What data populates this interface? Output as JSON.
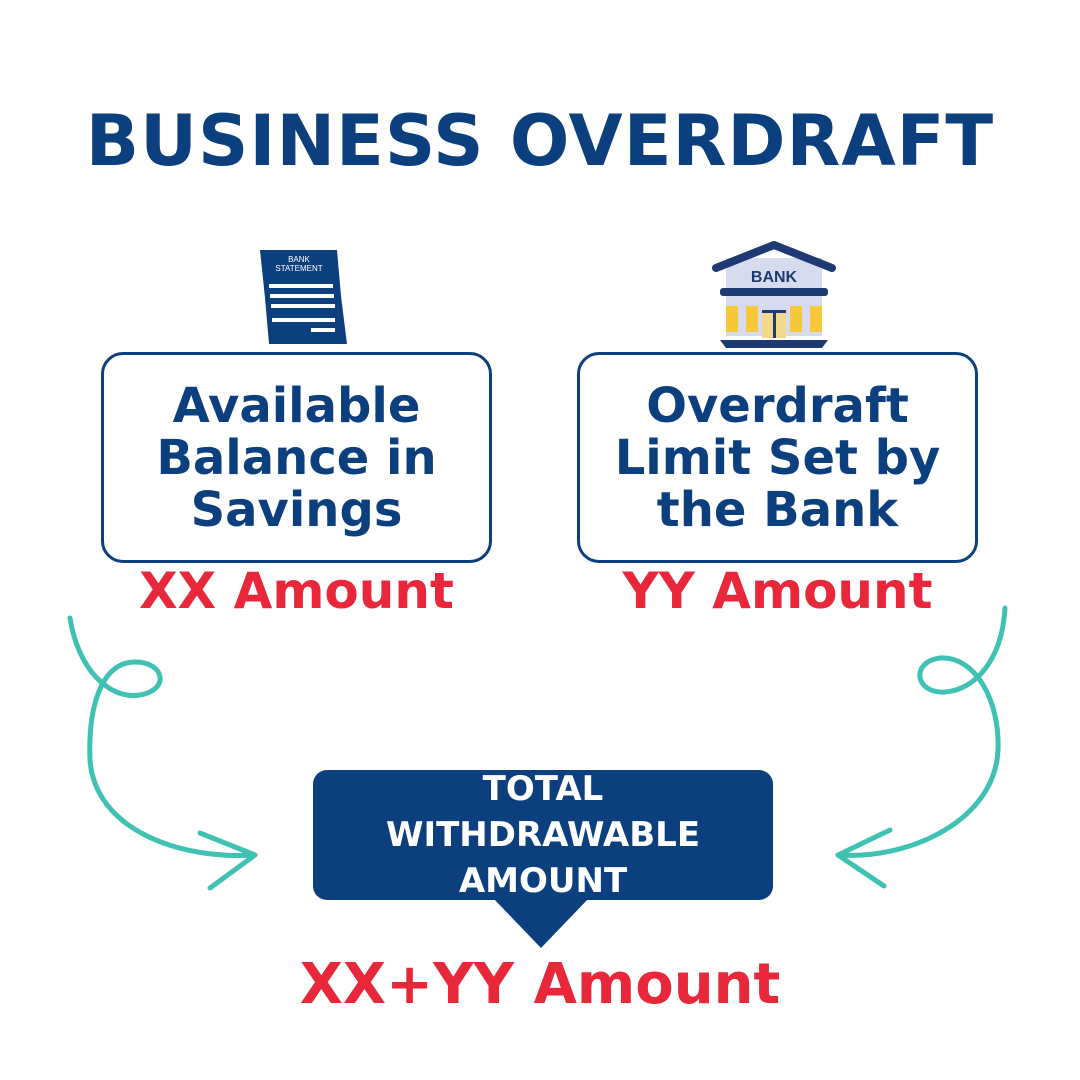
{
  "title": "BUSINESS OVERDRAFT",
  "left_card": {
    "icon_text_1": "BANK",
    "icon_text_2": "STATEMENT",
    "label": "Available Balance in Savings",
    "amount": "XX Amount"
  },
  "right_card": {
    "icon_text": "BANK",
    "label": "Overdraft Limit Set by the Bank",
    "amount": "YY Amount"
  },
  "total": {
    "label": "TOTAL WITHDRAWABLE AMOUNT",
    "amount": "XX+YY Amount"
  },
  "colors": {
    "navy": "#0c3f7e",
    "red": "#e8283a",
    "teal": "#3fc1b3",
    "yellow": "#f6c83a"
  }
}
